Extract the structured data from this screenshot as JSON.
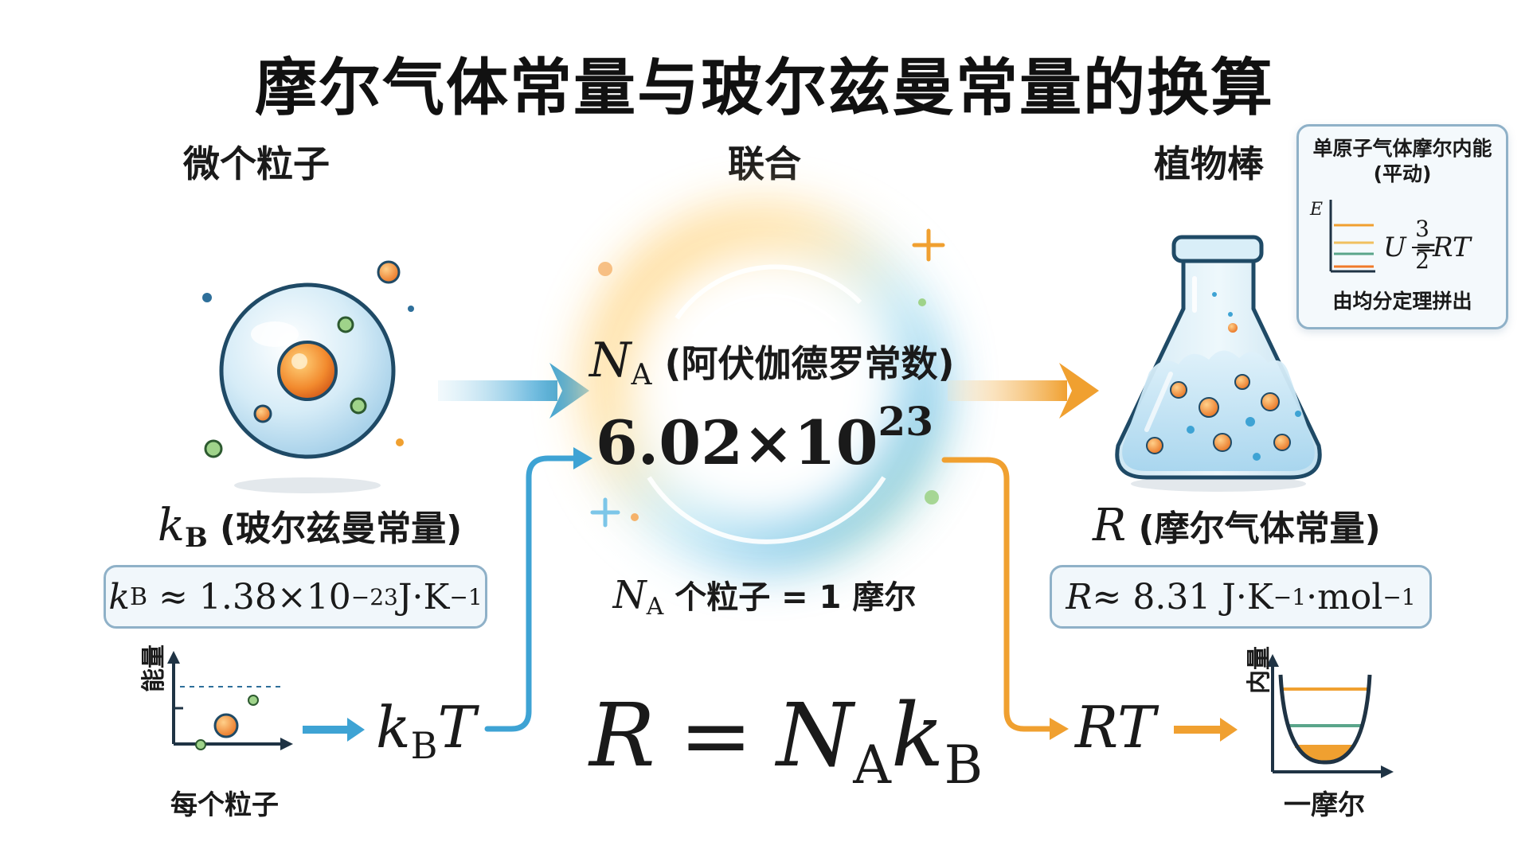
{
  "title": "摩尔气体常量与玻尔兹曼常量的换算",
  "columns": {
    "left_heading": "微个粒子",
    "center_heading": "联合",
    "right_heading": "植物棒"
  },
  "left": {
    "symbol": "k",
    "symbol_sub": "B",
    "name": "(玻尔兹曼常量)",
    "value_sym": "k",
    "value_sub": "B",
    "value_approx": "≈ 1.38×10",
    "value_exp": "−23",
    "value_unit": " J·K",
    "value_unit_exp": "−1",
    "plot_ylabel": "能量",
    "plot_xlabel": "每个粒子",
    "term": "k",
    "term_sub": "B",
    "term_var": "T"
  },
  "center": {
    "na_sym": "N",
    "na_sub": "A",
    "na_name": "(阿伏伽德罗常数)",
    "na_mantissa": "6.02×10",
    "na_exp": "23",
    "eq_sym": "N",
    "eq_sub": "A",
    "eq_text": " 个粒子 = 1 摩尔",
    "formula_lhs": "R",
    "formula_eq": "=",
    "formula_n": "N",
    "formula_n_sub": "A",
    "formula_k": "k",
    "formula_k_sub": "B"
  },
  "right": {
    "symbol": "R",
    "name": "(摩尔气体常量)",
    "value_sym": "R",
    "value_approx": " ≈ 8.31 J·K",
    "value_exp1": "−1",
    "value_mid": "·mol",
    "value_exp2": "−1",
    "term": "RT",
    "plot_ylabel": "内量",
    "plot_xlabel": "一摩尔"
  },
  "inset": {
    "title_line1": "单原子气体摩尔内能",
    "title_line2": "(平动)",
    "axis_e": "E",
    "formula_u": "U",
    "formula_eq": "=",
    "formula_num": "3",
    "formula_den": "2",
    "formula_rt": "RT",
    "footer": "由均分定理拼出"
  },
  "colors": {
    "blue": "#3ea3d4",
    "orange": "#f0a030",
    "particle_orange": "#f07a2a",
    "green": "#7ab55c",
    "box_border": "#8fb1c8"
  }
}
